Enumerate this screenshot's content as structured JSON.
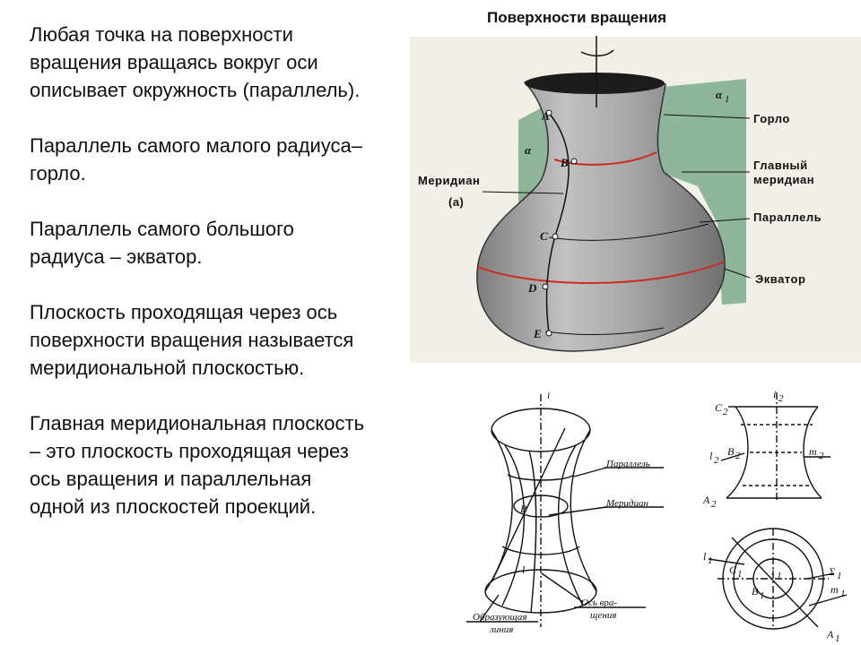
{
  "slide": {
    "title": "Поверхности вращения"
  },
  "text_blocks": [
    "Любая точка на поверхности\nвращения вращаясь вокруг оси\nописывает окружность (параллель).",
    "Параллель самого малого радиуса–\nгорло.",
    "Параллель самого большого\nрадиуса – экватор.",
    "Плоскость проходящая через ось\nповерхности вращения называется\nмеридиональной плоскостью.",
    "Главная меридиональная плоскость\n– это плоскость проходящая через\nось  вращения и параллельная\nодной из плоскостей проекций."
  ],
  "vase_figure": {
    "labels": {
      "throat": "Горло",
      "main_meridian_1": "Главный",
      "main_meridian_2": "меридиан",
      "parallel": "Параллель",
      "equator": "Экватор",
      "meridian": "Меридиан",
      "meridian_a": "(a)",
      "alpha": "α",
      "alpha1": "α",
      "alpha1_sub": "1"
    },
    "points": [
      "A",
      "B",
      "C",
      "D",
      "E"
    ],
    "colors": {
      "plane": "#8db59b",
      "surface": "#a5a5a5",
      "parallel_line": "#cc2a1e",
      "frame": "#f0eee4"
    }
  },
  "hyperboloid_figure": {
    "labels": {
      "axis": "i",
      "parallel": "Параллель",
      "meridian": "Меридиан",
      "axis_note_1": "Ось вра-",
      "axis_note_2": "щения",
      "generatrix_1": "Образующая",
      "generatrix_2": "линия",
      "point_B": "B",
      "point_l": "l"
    }
  },
  "projection_front": {
    "labels": {
      "i2": "i",
      "i2_sub": "2",
      "c2": "C",
      "c2_sub": "2",
      "l2": "l",
      "l2_sub": "2",
      "b2": "B",
      "b2_sub": "2",
      "m2": "m",
      "m2_sub": "2",
      "a2": "A",
      "a2_sub": "2"
    }
  },
  "projection_top": {
    "labels": {
      "l1": "l",
      "l1_sub": "1",
      "c1": "C",
      "c1_sub": "1",
      "i1": "i",
      "i1_sub": "1",
      "b1": "B",
      "b1_sub": "1",
      "sigma1": "Σ",
      "sigma1_sub": "1",
      "m1": "m",
      "m1_sub": "1",
      "a1": "A",
      "a1_sub": "1"
    }
  }
}
